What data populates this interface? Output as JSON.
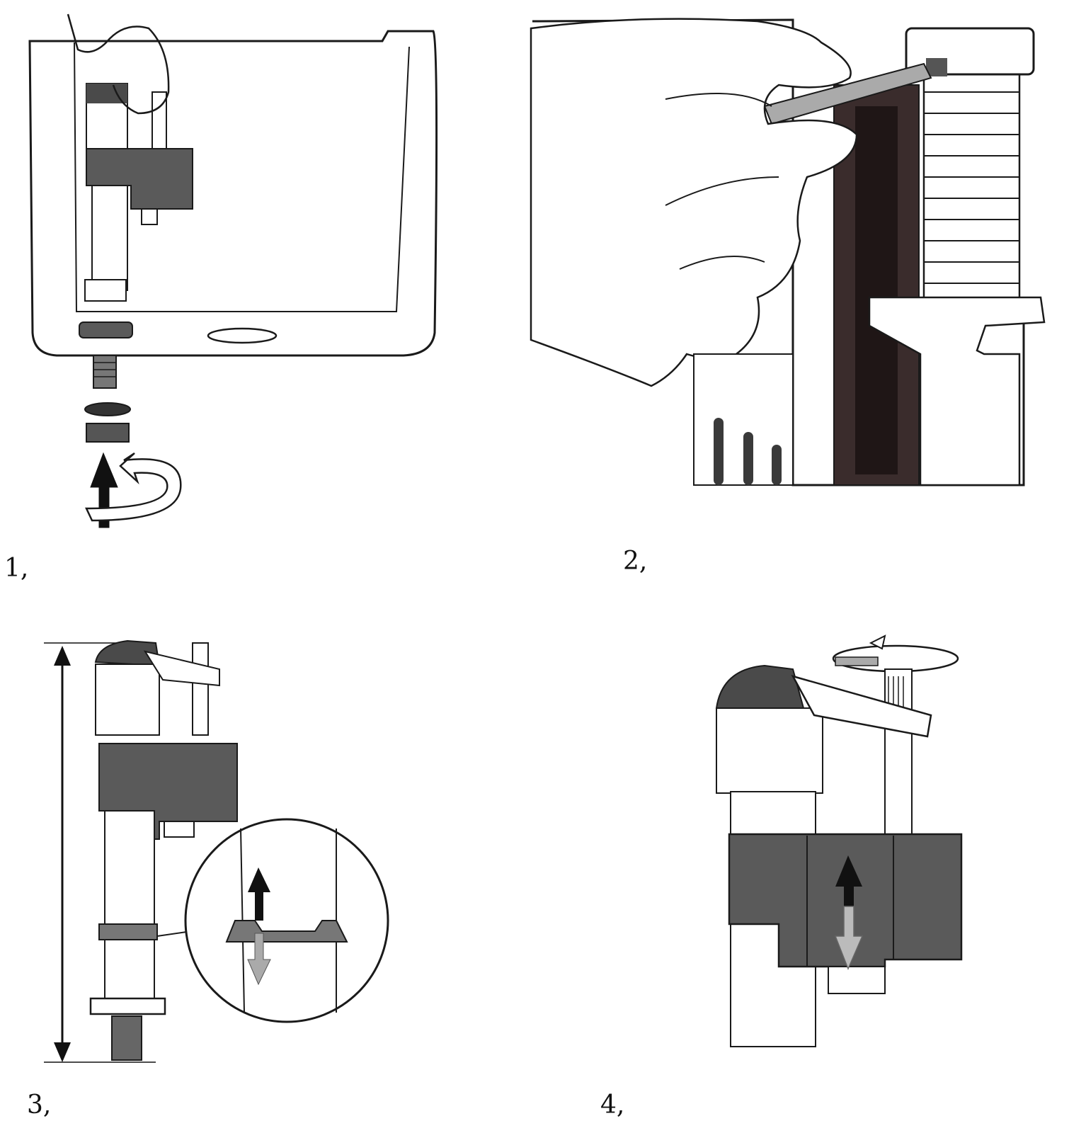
{
  "steps": [
    {
      "label": "1,"
    },
    {
      "label": "2,"
    },
    {
      "label": "3,"
    },
    {
      "label": "4,"
    }
  ],
  "colors": {
    "outline": "#1a1a1a",
    "valve_body": "#5a5a5a",
    "valve_cap": "#4a4a4a",
    "shaft_dark": "#3a2c2c",
    "arrow_dark": "#111111",
    "arrow_light": "#bbbbbb",
    "paper": "#ffffff"
  },
  "icons": [
    "up-arrow-icon",
    "rotate-arrow-icon",
    "up-down-arrows-icon",
    "height-dimension-arrow-icon"
  ]
}
